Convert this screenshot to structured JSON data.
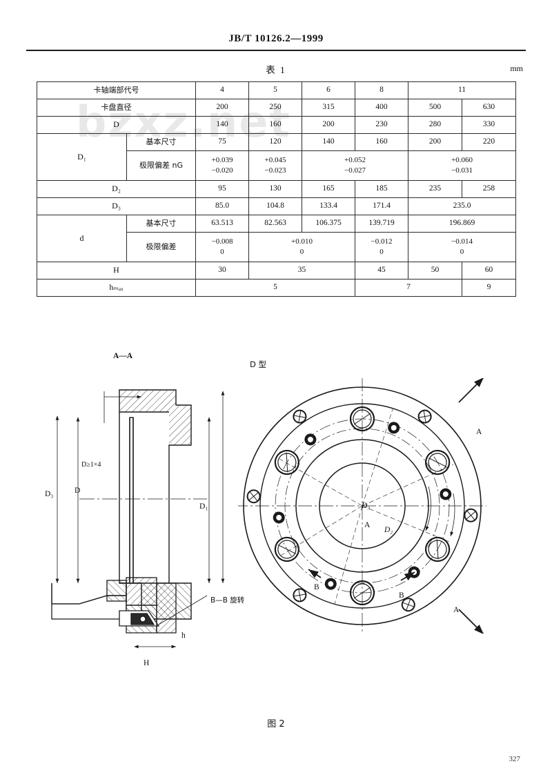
{
  "header": {
    "standard_code": "JB/T 10126.2—1999"
  },
  "table": {
    "title": "表 1",
    "unit": "mm",
    "row_labels": {
      "spindle_nose": "卡轴端部代号",
      "chuck_dia": "卡盘直径",
      "D": "D",
      "D1": "D₁",
      "D2": "D₂",
      "D3": "D₃",
      "d": "d",
      "H": "H",
      "hmax": "hₘₐₓ",
      "basic_size": "基本尺寸",
      "limit_dev_nG": "极限偏差 nG",
      "limit_dev": "极限偏差"
    },
    "spindle_nose": [
      "4",
      "5",
      "6",
      "8",
      "11"
    ],
    "chuck_dia": [
      "200",
      "250",
      "315",
      "400",
      "500",
      "630"
    ],
    "D": [
      "140",
      "160",
      "200",
      "230",
      "280",
      "330"
    ],
    "D1_basic": [
      "75",
      "120",
      "140",
      "160",
      "200",
      "220"
    ],
    "D1_dev": [
      {
        "upper": "+0.039",
        "lower": "−0.020"
      },
      {
        "upper": "+0.045",
        "lower": "−0.023"
      },
      {
        "upper": "+0.052",
        "lower": "−0.027"
      },
      {
        "upper": "+0.060",
        "lower": "−0.031"
      }
    ],
    "D2": [
      "95",
      "130",
      "165",
      "185",
      "235",
      "258"
    ],
    "D3": [
      "85.0",
      "104.8",
      "133.4",
      "171.4",
      "235.0"
    ],
    "d_basic": [
      "63.513",
      "82.563",
      "106.375",
      "139.719",
      "196.869"
    ],
    "d_dev": [
      {
        "upper": "−0.008",
        "lower": "0"
      },
      {
        "upper": "+0.010",
        "lower": "0"
      },
      {
        "upper": "−0.012",
        "lower": "0"
      },
      {
        "upper": "−0.014",
        "lower": "0"
      }
    ],
    "H": [
      "30",
      "35",
      "45",
      "50",
      "60"
    ],
    "hmax": [
      "5",
      "7",
      "9"
    ]
  },
  "drawing": {
    "section_label": "A—A",
    "type_label": "D 型",
    "rotated_label": "B—B 旋转",
    "taper_note": "D≥1×4",
    "dim_D": "D",
    "dim_D1": "D₁",
    "dim_D2": "D₂",
    "dim_D3": "D₃",
    "dim_H": "H",
    "dim_h": "h",
    "mark_A": "A",
    "mark_A2": "A",
    "mark_B": "B",
    "mark_B2": "B",
    "caption": "图 2"
  },
  "footer": {
    "page_number": "327"
  },
  "watermark": "bzxz.net"
}
